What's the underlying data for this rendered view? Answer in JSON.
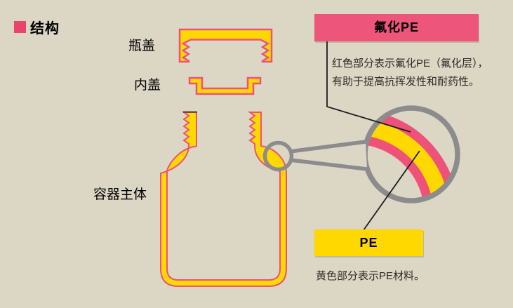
{
  "colors": {
    "bg": "#dcd6c5",
    "yellow": "#ffd800",
    "pink": "#ee5279",
    "pink-banner": "#ee557b",
    "marker": "#e8446c",
    "gray": "#8c8c8c",
    "leader": "#1c1c1c",
    "text": "#000000",
    "desc-text": "#2e2a26"
  },
  "header": {
    "title": "结构"
  },
  "diagram": {
    "labels": {
      "cap": "瓶盖",
      "inner_cap": "内盖",
      "body": "容器主体"
    },
    "parts": {
      "cap_shape": "bottle-cap-cross-section",
      "inner_cap_shape": "inner-cap-cross-section",
      "body_shape": "container-body-cross-section",
      "lens": "magnifier-zoom-circle"
    }
  },
  "callouts": {
    "fluorinated_pe": {
      "banner": "氟化PE",
      "desc_line1": "红色部分表示氟化PE（氟化层），",
      "desc_line2": "有助于提高抗挥发性和耐药性。"
    },
    "pe": {
      "banner": "PE",
      "desc": "黄色部分表示PE材料。"
    }
  }
}
